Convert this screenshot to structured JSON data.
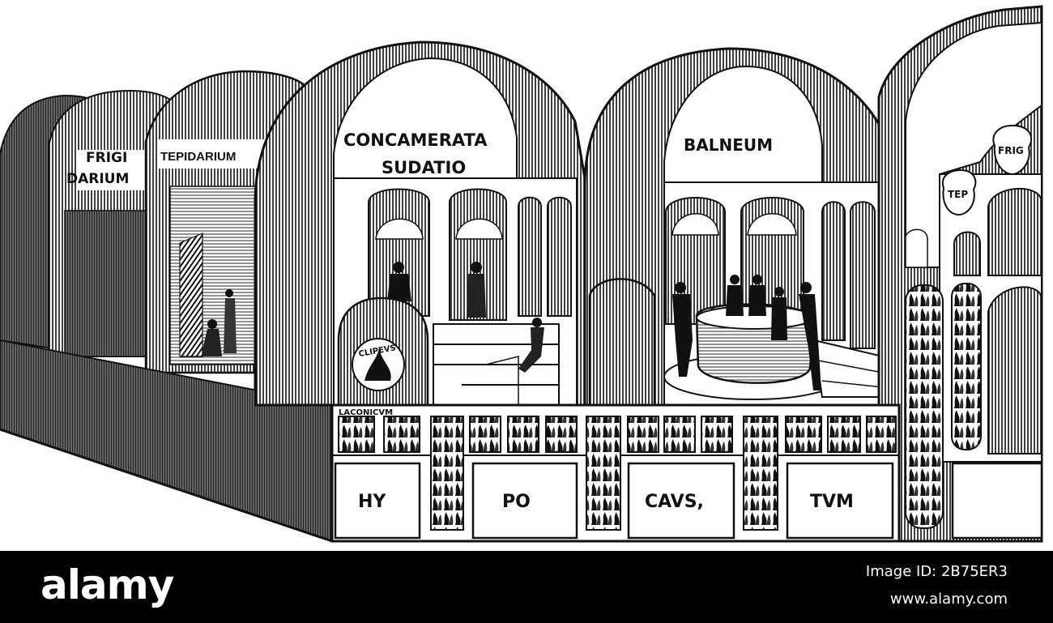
{
  "labels": {
    "frigidarium_line1": "FRIGI",
    "frigidarium_line2": "DARIUM",
    "tepidarium": "TEPIDARIUM",
    "concamerata_line1": "CONCAMERATA",
    "concamerata_line2": "SUDATIO",
    "balneum": "BALNEUM",
    "clipeus": "CLIPEVS",
    "laconicum": "LACONICVM",
    "hypo_1": "HY",
    "hypo_2": "PO",
    "hypo_3": "CAVS,",
    "hypo_4": "TVM",
    "vessel_frig": "FRIG",
    "vessel_tep": "TEP"
  },
  "footer": {
    "logo": "alamy",
    "image_id": "Image ID: 2B75ER3",
    "url": "www.alamy.com"
  },
  "colors": {
    "ink": "#111111",
    "paper": "#ffffff",
    "footer_bg": "#000000",
    "footer_text": "#ffffff"
  }
}
